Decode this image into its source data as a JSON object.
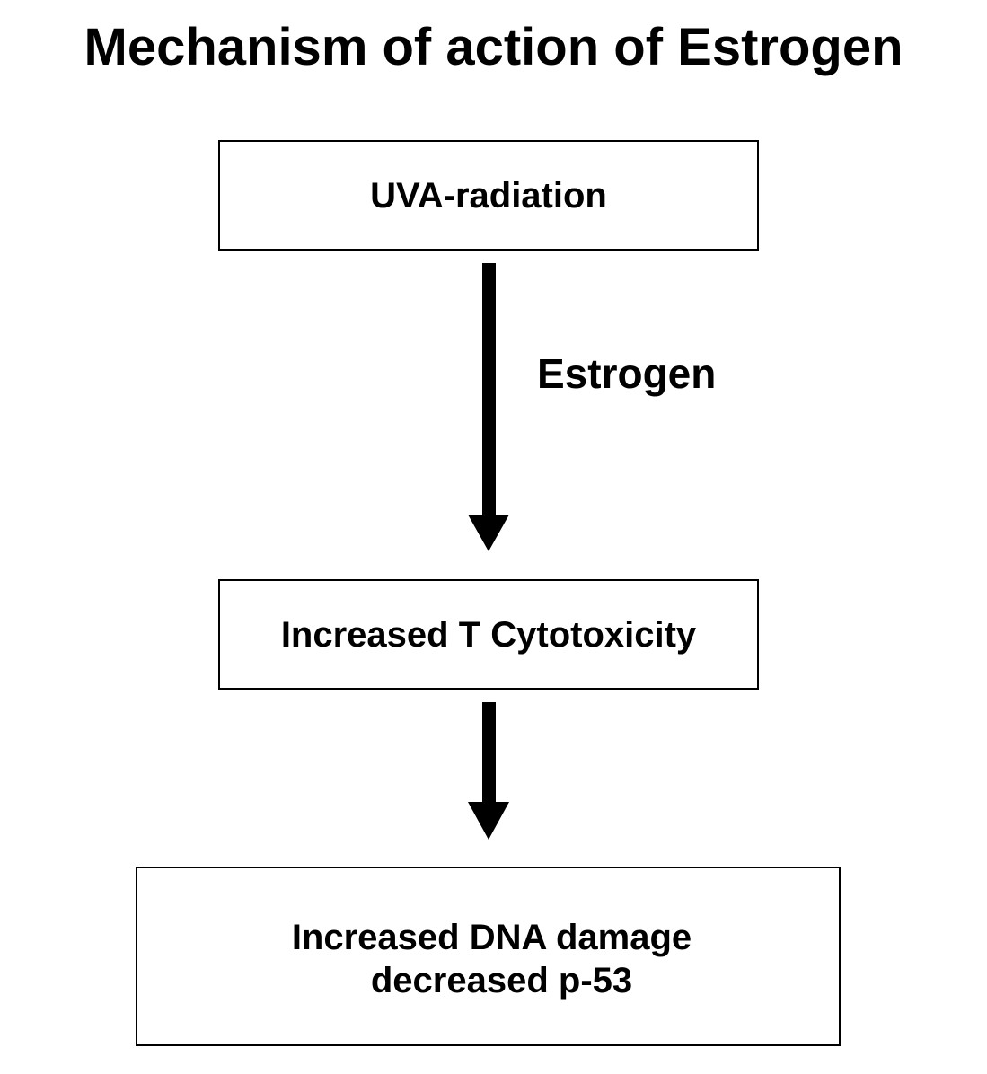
{
  "title": "Mechanism of action of Estrogen",
  "nodes": {
    "uva": "UVA-radiation",
    "cytotoxicity": "Increased T Cytotoxicity",
    "dna_line1": "Increased DNA damage",
    "dna_line2": "decreased p-53"
  },
  "edges": {
    "uva_to_cytotoxicity_label": "Estrogen"
  }
}
